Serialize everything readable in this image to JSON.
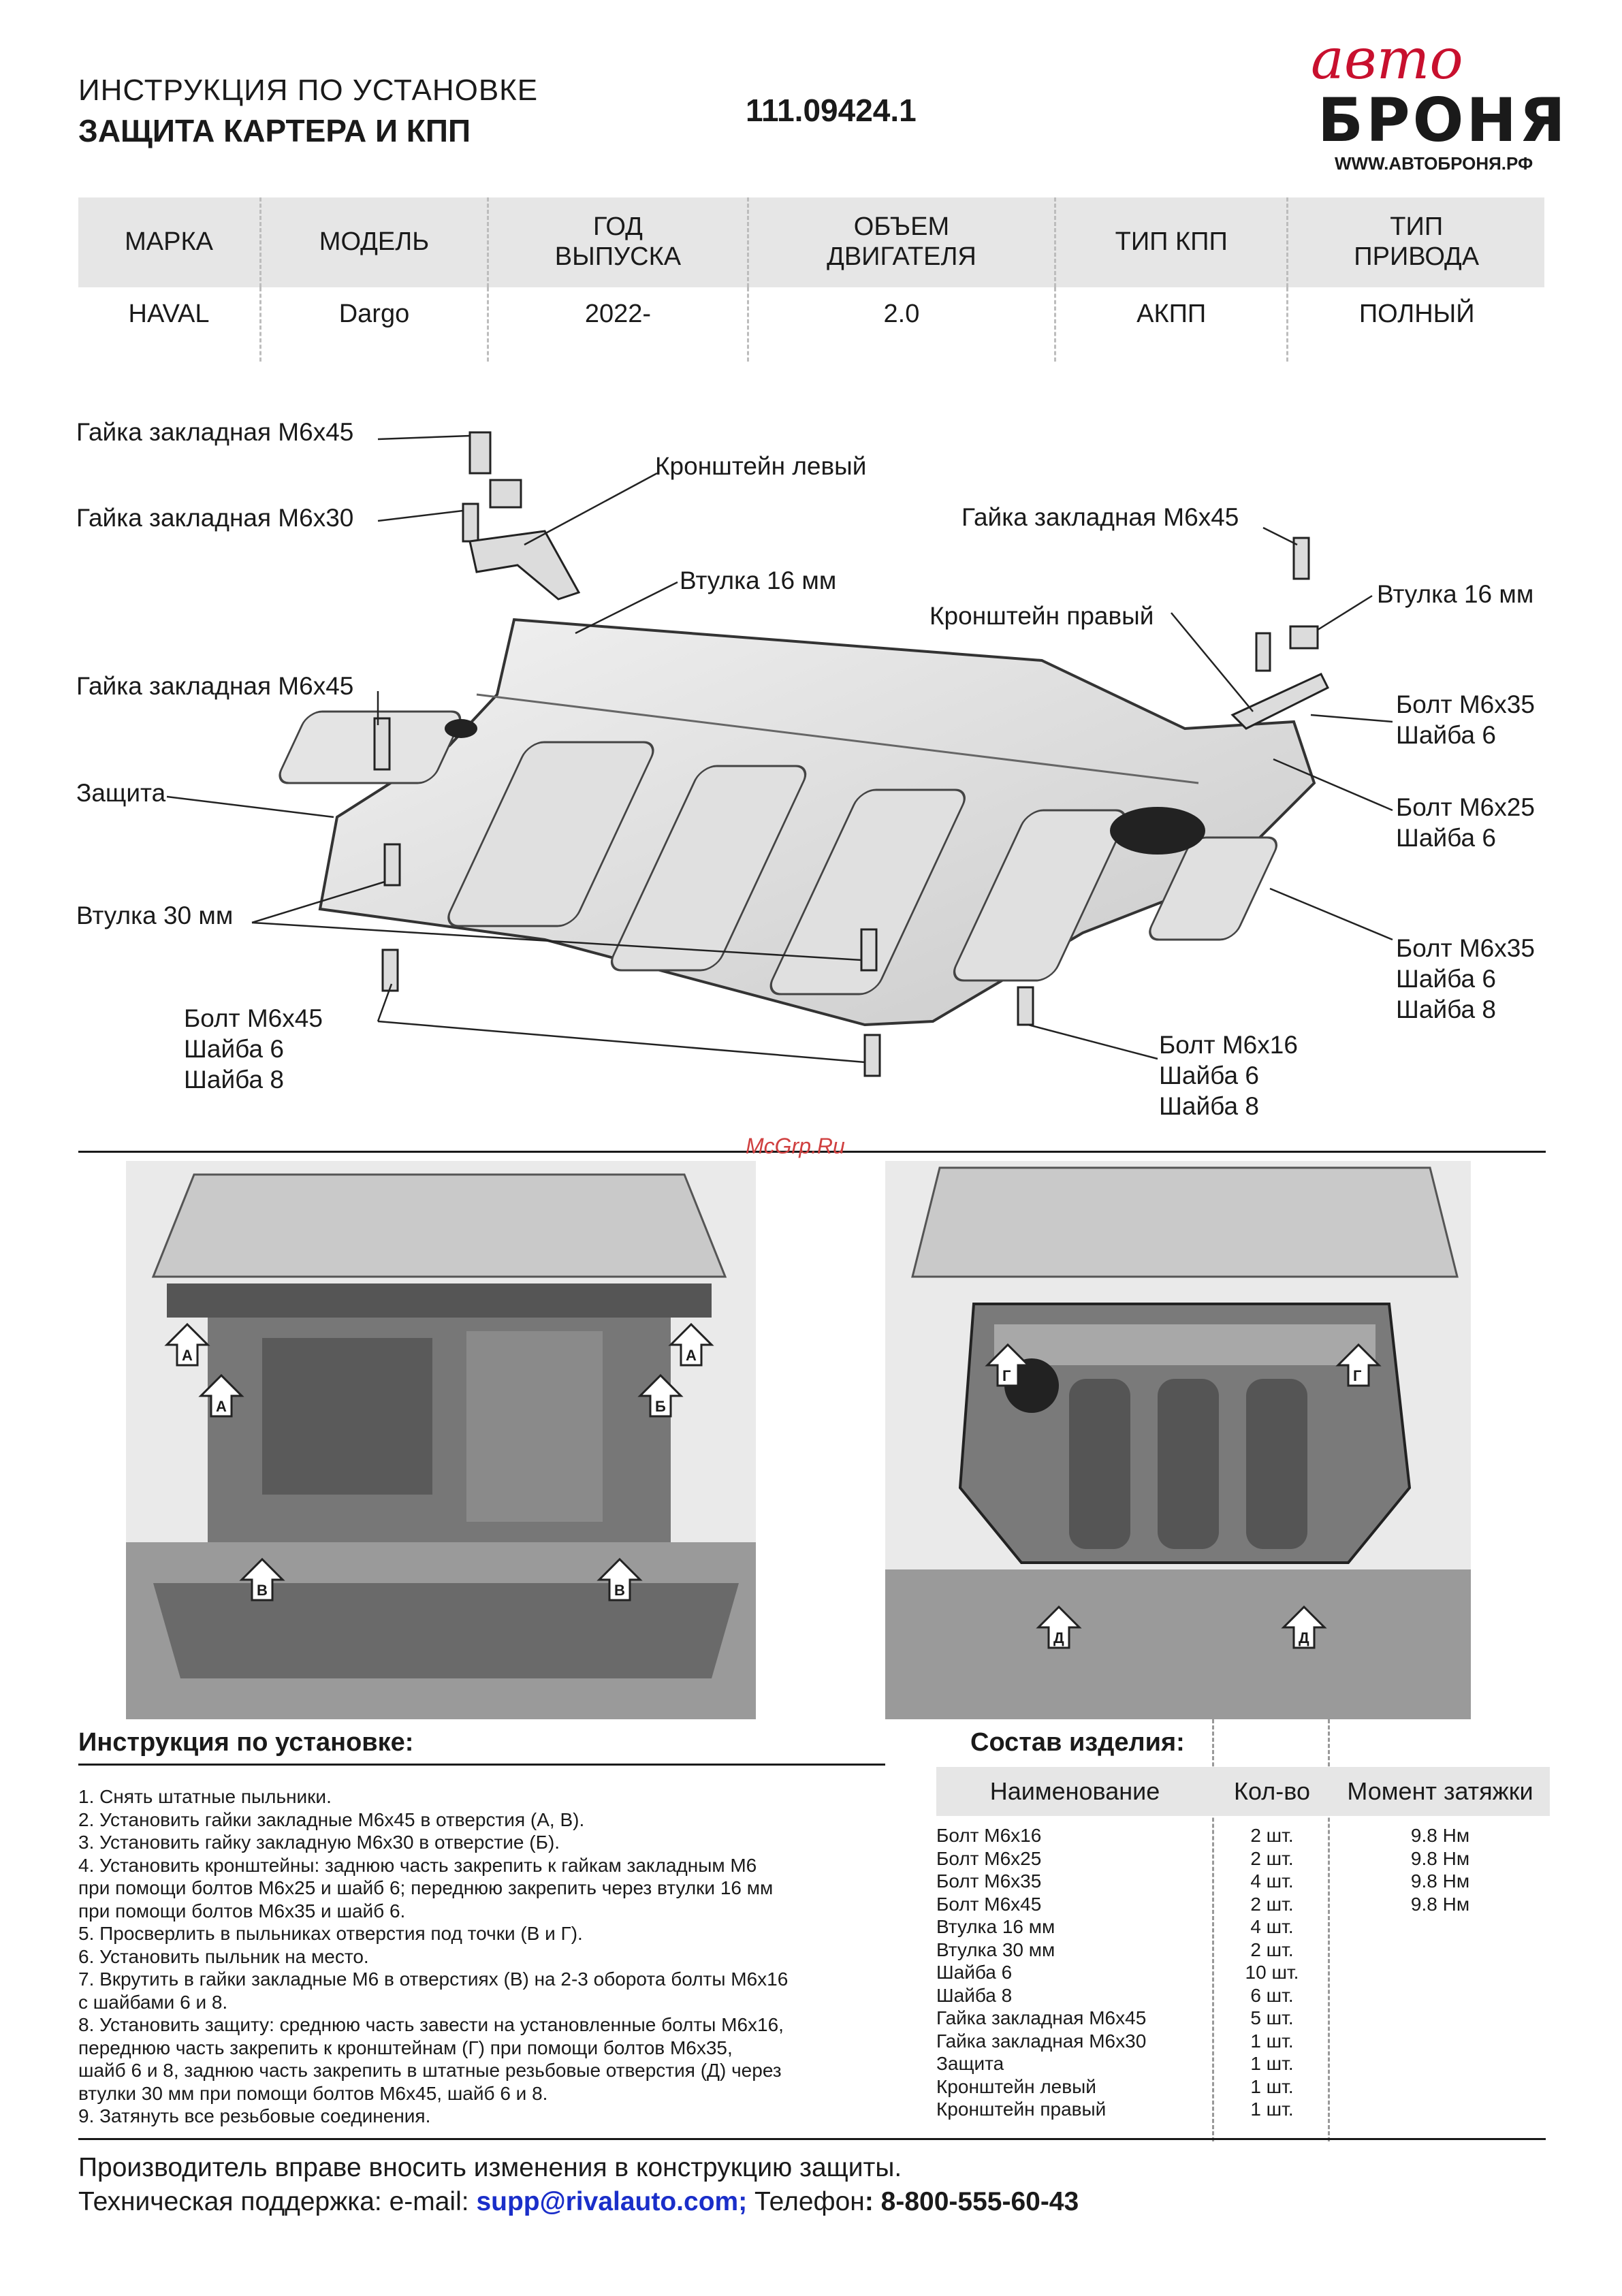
{
  "header": {
    "title_line1": "ИНСТРУКЦИЯ ПО УСТАНОВКЕ",
    "title_line2": "ЗАЩИТА КАРТЕРА И КПП",
    "doc_number": "111.09424.1"
  },
  "logo": {
    "script": "авто",
    "main": "БРОНЯ",
    "url": "WWW.АВТОБРОНЯ.РФ",
    "color_script": "#c8102e"
  },
  "spec_table": {
    "headers": [
      [
        "МАРКА"
      ],
      [
        "МОДЕЛЬ"
      ],
      [
        "ГОД",
        "ВЫПУСКА"
      ],
      [
        "ОБЪЕМ",
        "ДВИГАТЕЛЯ"
      ],
      [
        "ТИП КПП"
      ],
      [
        "ТИП",
        "ПРИВОДА"
      ]
    ],
    "values": [
      "HAVAL",
      "Dargo",
      "2022-",
      "2.0",
      "АКПП",
      "ПОЛНЫЙ"
    ]
  },
  "callouts": {
    "nut_m6x45_top": "Гайка закладная М6х45",
    "nut_m6x30": "Гайка закладная М6х30",
    "bracket_left": "Кронштейн левый",
    "bushing16_left": "Втулка 16 мм",
    "nut_m6x45_right": "Гайка закладная М6х45",
    "bushing16_right": "Втулка 16 мм",
    "bracket_right": "Кронштейн правый",
    "nut_m6x45_left": "Гайка закладная М6х45",
    "bolt_m6x35_1": [
      "Болт М6х35",
      "Шайба 6"
    ],
    "guard": "Защита",
    "bolt_m6x25": [
      "Болт М6х25",
      "Шайба 6"
    ],
    "bushing30": "Втулка 30 мм",
    "bolt_m6x35_2": [
      "Болт М6х35",
      "Шайба 6",
      "Шайба 8"
    ],
    "bolt_m6x45": [
      "Болт М6х45",
      "Шайба 6",
      "Шайба 8"
    ],
    "bolt_m6x16": [
      "Болт М6х16",
      "Шайба 6",
      "Шайба 8"
    ]
  },
  "watermark": "McGrp.Ru",
  "photo_markers": {
    "left": [
      "А",
      "А",
      "А",
      "Б",
      "В",
      "В"
    ],
    "right": [
      "Г",
      "Г",
      "Д",
      "Д"
    ]
  },
  "instructions": {
    "title": "Инструкция по установке:",
    "lines": [
      "1. Снять штатные пыльники.",
      "2. Установить гайки закладные М6х45 в отверстия (А, В).",
      "3. Установить гайку закладную М6х30 в отверстие (Б).",
      "4. Установить кронштейны: заднюю часть закрепить к гайкам закладным М6",
      "при помощи болтов М6х25 и шайб 6; переднюю закрепить через втулки 16 мм",
      "при помощи болтов М6х35 и шайб 6.",
      "5. Просверлить в пыльниках отверстия под точки (В и Г).",
      "6. Установить пыльник на место.",
      "7. Вкрутить в гайки закладные М6 в отверстиях (В) на 2-3 оборота болты М6х16",
      "с шайбами 6 и 8.",
      "8. Установить защиту: среднюю часть завести на установленные болты М6х16,",
      "переднюю часть закрепить к кронштейнам (Г) при помощи болтов М6х35,",
      "шайб 6 и 8, заднюю часть закрепить в штатные резьбовые отверстия (Д) через",
      "втулки 30 мм при помощи болтов М6х45, шайб 6 и 8.",
      "9. Затянуть все резьбовые соединения."
    ]
  },
  "composition": {
    "title": "Состав изделия:",
    "headers": [
      "Наименование",
      "Кол-во",
      "Момент затяжки"
    ],
    "rows": [
      [
        "Болт М6х16",
        "2 шт.",
        "9.8 Нм"
      ],
      [
        "Болт М6х25",
        "2 шт.",
        "9.8 Нм"
      ],
      [
        "Болт М6х35",
        "4 шт.",
        "9.8 Нм"
      ],
      [
        "Болт М6х45",
        "2 шт.",
        "9.8 Нм"
      ],
      [
        "Втулка 16 мм",
        "4 шт.",
        ""
      ],
      [
        "Втулка 30 мм",
        "2 шт.",
        ""
      ],
      [
        "Шайба 6",
        "10 шт.",
        ""
      ],
      [
        "Шайба 8",
        "6 шт.",
        ""
      ],
      [
        "Гайка закладная М6х45",
        "5 шт.",
        ""
      ],
      [
        "Гайка закладная М6х30",
        "1 шт.",
        ""
      ],
      [
        "Защита",
        "1 шт.",
        ""
      ],
      [
        "Кронштейн левый",
        "1 шт.",
        ""
      ],
      [
        "Кронштейн правый",
        "1 шт.",
        ""
      ]
    ]
  },
  "footer": {
    "line1": "Производитель вправе вносить изменения в конструкцию защиты.",
    "support_label": "Техническая поддержка:  e-mail: ",
    "email": "supp@rivalauto.com",
    "email_sep": ";",
    "phone_label": " Телефон",
    "phone": ": 8-800-555-60-43"
  }
}
